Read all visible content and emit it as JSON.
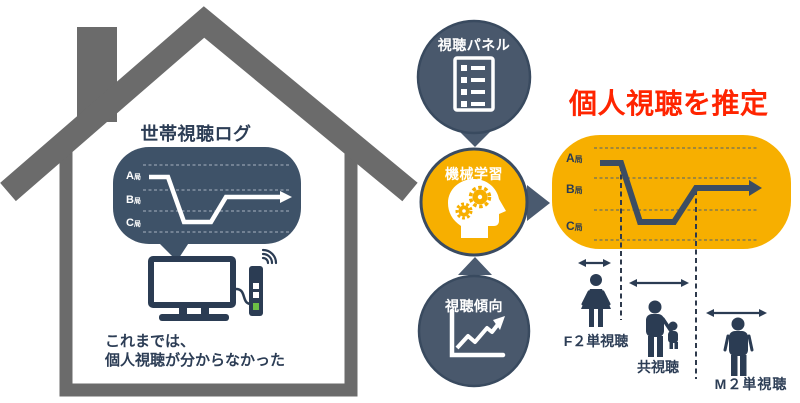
{
  "colors": {
    "house_gray": "#6B6B6B",
    "slate": "#49586C",
    "bubble_slate": "#3E5268",
    "navy": "#2B3C53",
    "yellow": "#F7AF00",
    "red": "#FF2400",
    "led_green": "#6CBE45"
  },
  "house": {
    "title": "世帯視聴ログ",
    "caption_line1": "これまでは、",
    "caption_line2": "個人視聴が分からなかった",
    "chart": {
      "channels": [
        {
          "letter": "A",
          "suffix": "局"
        },
        {
          "letter": "B",
          "suffix": "局"
        },
        {
          "letter": "C",
          "suffix": "局"
        }
      ],
      "pattern_note": "A局→C局→B局"
    }
  },
  "pipeline": {
    "steps": [
      {
        "label": "視聴パネル",
        "icon": "checklist-icon"
      },
      {
        "label": "機械学習",
        "icon": "head-gears-icon"
      },
      {
        "label": "視聴傾向",
        "icon": "trend-chart-icon"
      }
    ]
  },
  "result": {
    "heading": "個人視聴を推定",
    "chart": {
      "channels": [
        {
          "letter": "A",
          "suffix": "局"
        },
        {
          "letter": "B",
          "suffix": "局"
        },
        {
          "letter": "C",
          "suffix": "局"
        }
      ],
      "pattern_note": "A局→C局→B局"
    },
    "viewers": [
      {
        "label": "F２単視聴",
        "icon": "woman-icon"
      },
      {
        "label": "共視聴",
        "icon": "adult-and-child-icon"
      },
      {
        "label": "M２単視聴",
        "icon": "man-icon"
      }
    ]
  }
}
